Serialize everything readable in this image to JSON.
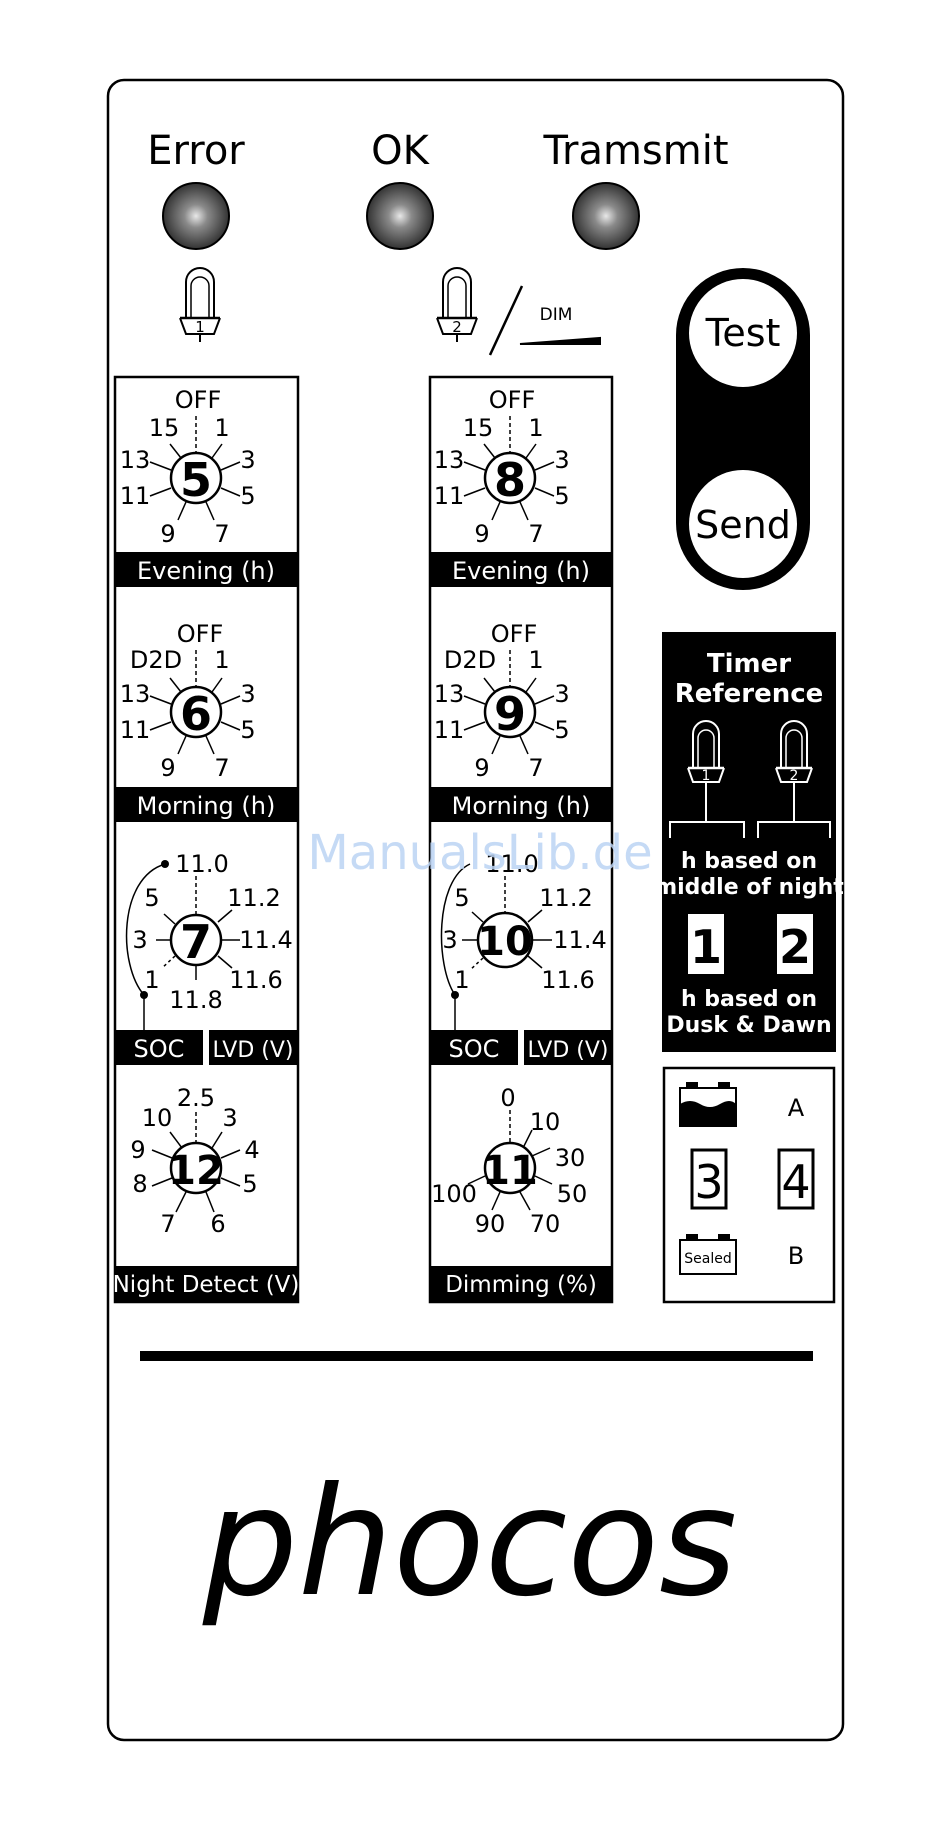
{
  "leds": {
    "error": "Error",
    "ok": "OK",
    "transmit": "Tramsmit"
  },
  "lamp1": {
    "number": "1"
  },
  "lamp2": {
    "number": "2",
    "dim_label": "DIM"
  },
  "buttons": {
    "test": "Test",
    "send": "Send"
  },
  "dials": {
    "evening1": {
      "center": "5",
      "labels": [
        "OFF",
        "15",
        "1",
        "13",
        "3",
        "11",
        "5",
        "9",
        "7"
      ],
      "caption": "Evening (h)"
    },
    "evening2": {
      "center": "8",
      "labels": [
        "OFF",
        "15",
        "1",
        "13",
        "3",
        "11",
        "5",
        "9",
        "7"
      ],
      "caption": "Evening (h)"
    },
    "morning1": {
      "center": "6",
      "labels": [
        "OFF",
        "D2D",
        "1",
        "13",
        "3",
        "11",
        "5",
        "9",
        "7"
      ],
      "caption": "Morning (h)"
    },
    "morning2": {
      "center": "9",
      "labels": [
        "OFF",
        "D2D",
        "1",
        "13",
        "3",
        "11",
        "5",
        "9",
        "7"
      ],
      "caption": "Morning (h)"
    },
    "lvd1": {
      "center": "7",
      "labels": [
        "11.0",
        "11.2",
        "11.4",
        "11.6",
        "11.8",
        "5",
        "3",
        "1"
      ],
      "caption_left": "SOC",
      "caption_right": "LVD (V)"
    },
    "lvd2": {
      "center": "10",
      "labels": [
        "11.0",
        "11.2",
        "11.4",
        "11.6",
        "5",
        "3",
        "1"
      ],
      "caption_left": "SOC",
      "caption_right": "LVD (V)"
    },
    "night": {
      "center": "12",
      "labels": [
        "2.5",
        "10",
        "3",
        "9",
        "4",
        "8",
        "5",
        "7",
        "6"
      ],
      "caption": "Night Detect (V)"
    },
    "dimming": {
      "center": "11",
      "labels": [
        "0",
        "10",
        "30",
        "50",
        "100",
        "90",
        "70"
      ],
      "caption": "Dimming (%)"
    }
  },
  "timer": {
    "title_line1": "Timer",
    "title_line2": "Reference",
    "lamp1": "1",
    "lamp2": "2",
    "middle_line1": "h based on",
    "middle_line2": "middle of night",
    "switch1": "1",
    "switch2": "2",
    "dusk_line1": "h based on",
    "dusk_line2": "Dusk & Dawn"
  },
  "battery": {
    "a_label": "A",
    "b_label": "B",
    "switch3": "3",
    "switch4": "4",
    "sealed": "Sealed"
  },
  "brand": "phocos",
  "watermark": "ManualsLib.de",
  "colors": {
    "ink": "#000000",
    "paper": "#ffffff",
    "led": "#555555",
    "watermark": "#bcd4f4"
  }
}
